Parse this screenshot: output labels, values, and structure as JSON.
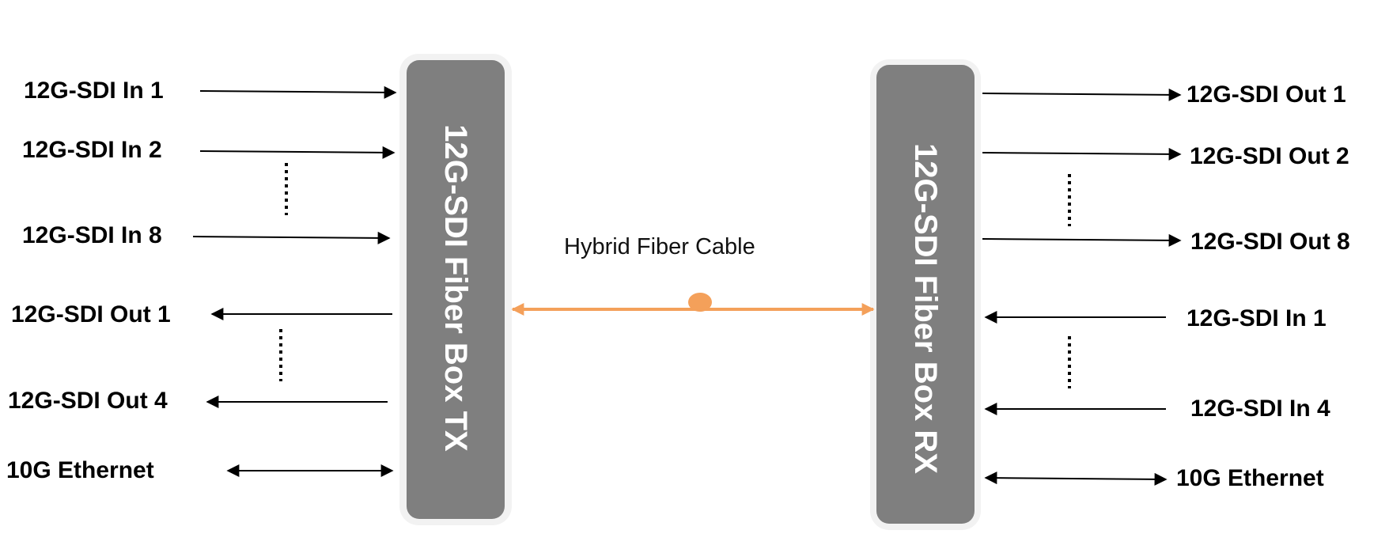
{
  "tx_box": {
    "title": "12G-SDI Fiber Box TX",
    "inputs": [
      "12G-SDI In 1",
      "12G-SDI In 2",
      "12G-SDI In 8"
    ],
    "outputs": [
      "12G-SDI Out 1",
      "12G-SDI Out 4"
    ],
    "ethernet": "10G Ethernet"
  },
  "rx_box": {
    "title": "12G-SDI Fiber Box RX",
    "outputs": [
      "12G-SDI Out 1",
      "12G-SDI Out 2",
      "12G-SDI Out 8"
    ],
    "inputs": [
      "12G-SDI In 1",
      "12G-SDI In 4"
    ],
    "ethernet": "10G Ethernet"
  },
  "link": {
    "label": "Hybrid Fiber Cable"
  },
  "colors": {
    "box_fill": "#7f7f7f",
    "box_halo": "#f2f2f2",
    "box_text": "#ffffff",
    "cable": "#f4a05a",
    "arrow": "#000000"
  }
}
